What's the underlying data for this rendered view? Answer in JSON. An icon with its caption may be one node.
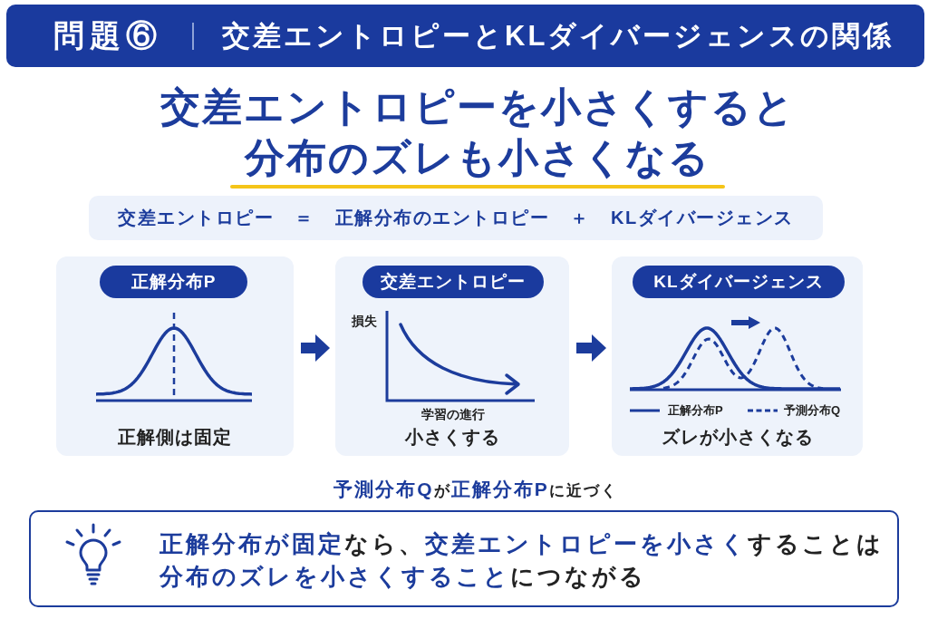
{
  "diagram": {
    "title": "交差エントロピーとKLダイバージェンスの関係",
    "nodes": [
      {
        "text": [
          "交差エントロピー ＝ 正解分布のエントロピー ＋ KLダイバージェンス"
        ]
      },
      {
        "text": [
          "正解側は固定"
        ]
      },
      {
        "text": [
          "正解分布P"
        ],
        "in": 1
      },
      {
        "text": [
          "小さくする"
        ]
      },
      {
        "text": [
          "交差エントロピー"
        ],
        "in": 3
      },
      {
        "text": [
          "ズレが小さくなる"
        ]
      },
      {
        "text": [
          "KLダイバージェンス"
        ],
        "in": 5
      },
      {
        "text": [
          "**正解分布が固定**なら、**交差エントロピーを小さく**することは**分布のズレを小さくすること**につながる"
        ]
      }
    ],
    "edges": [
      {
        "from": 1,
        "to": 3,
        "arrow": "to"
      },
      {
        "from": 3,
        "to": 5,
        "arrow": "to"
      }
    ],
    "labels": [
      "問題⑥",
      "交差エントロピーを小さくすると分布のズレも小さくなる",
      "損失",
      "学習の進行",
      "**予測分布Q**が**正解分布P**に近づく"
    ],
    "legend": [
      {
        "text": "正解分布P"
      },
      {
        "text": "予測分布Q"
      }
    ]
  }
}
